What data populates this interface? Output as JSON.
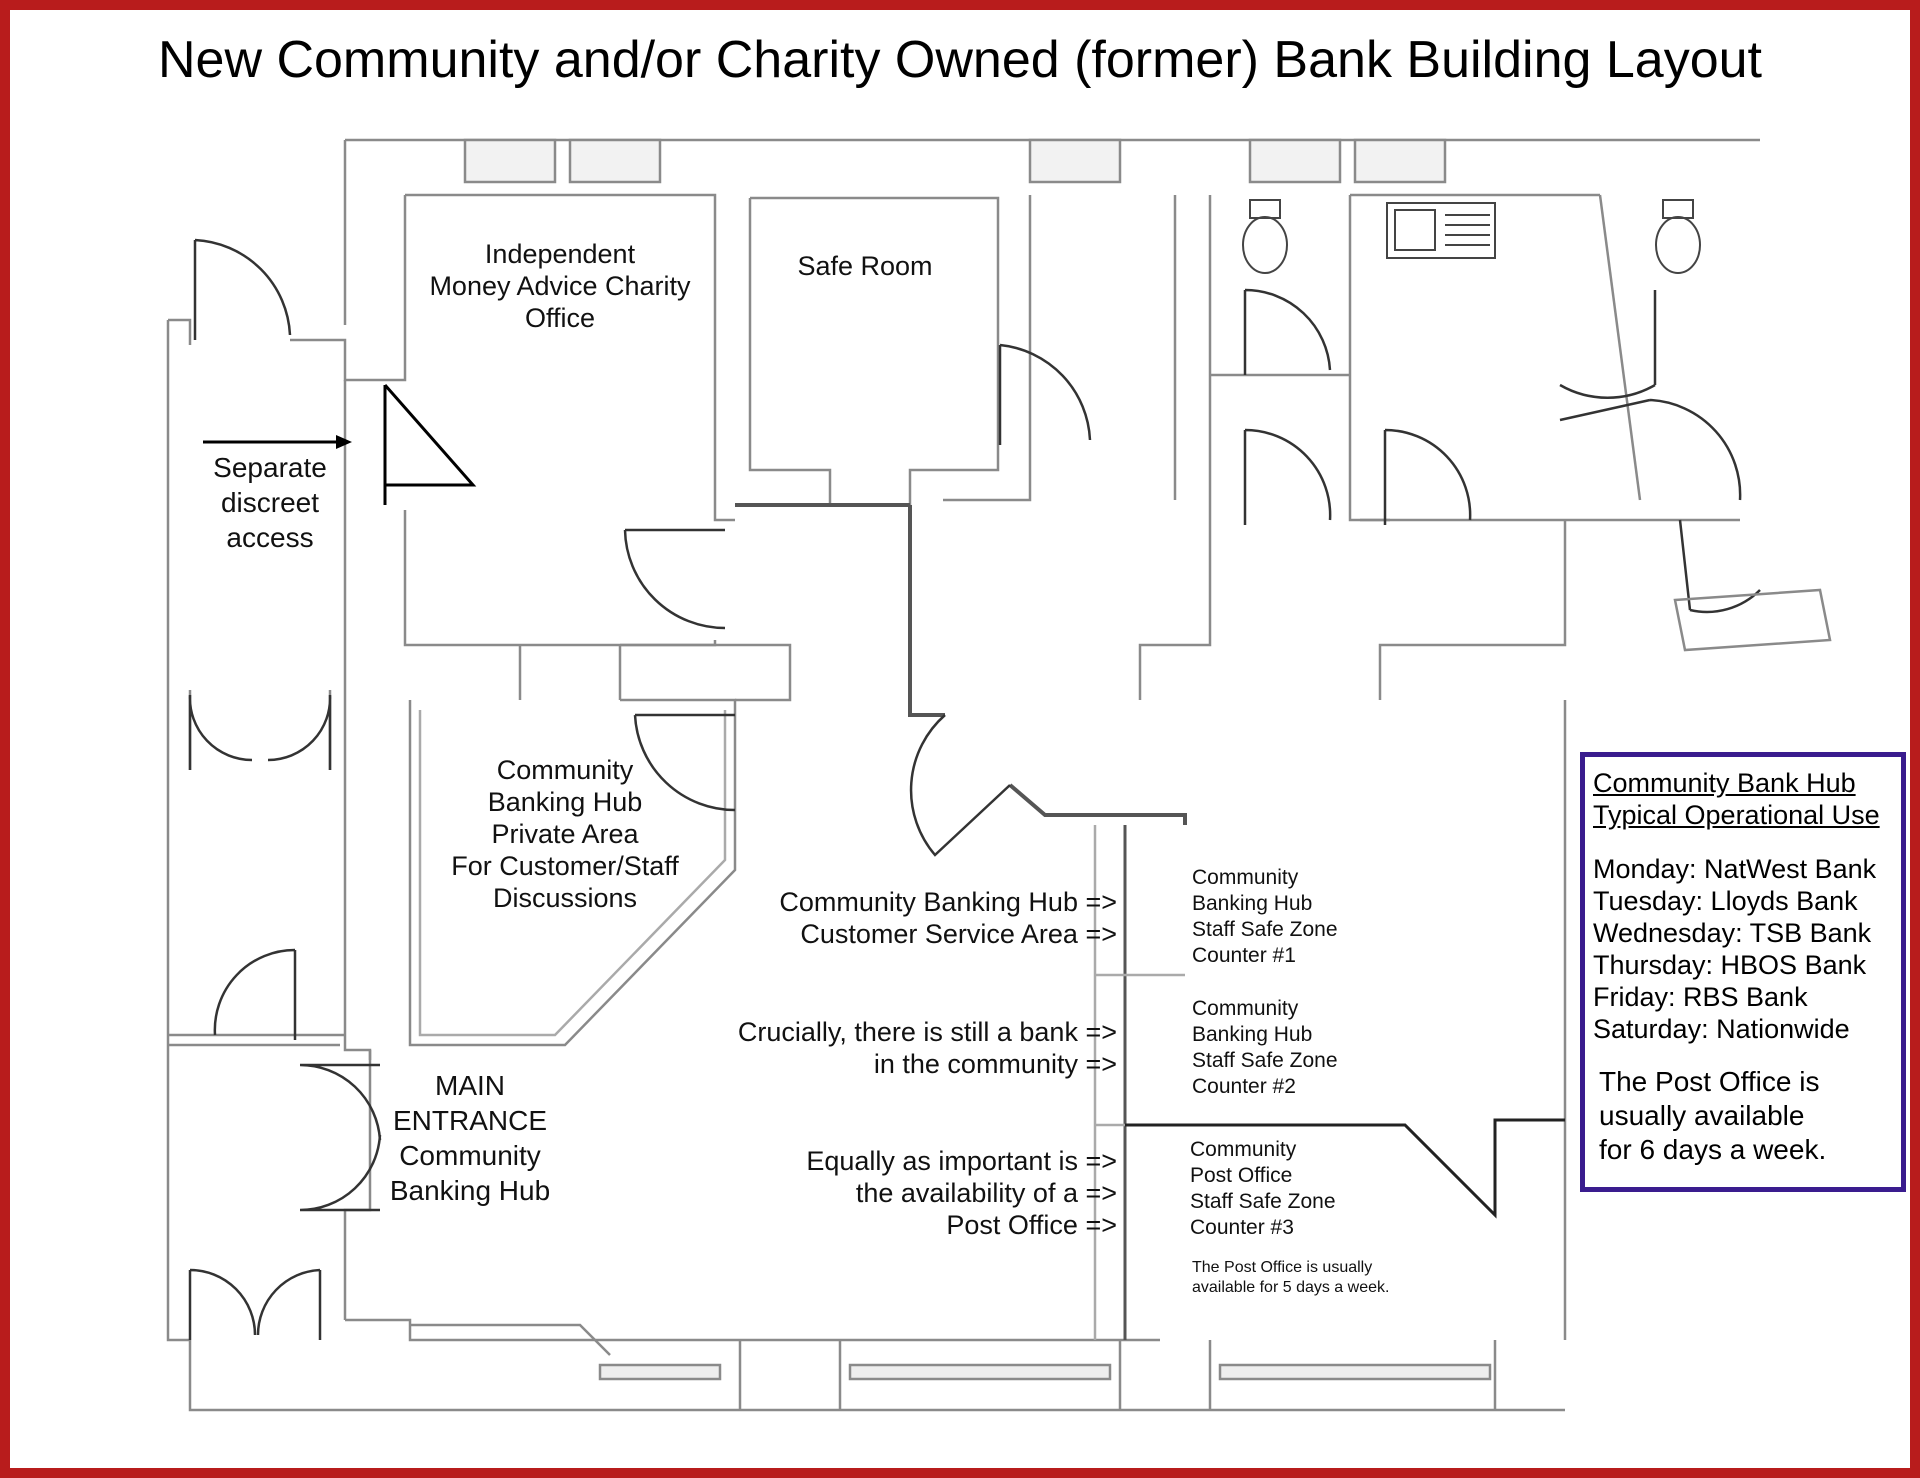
{
  "title": "New Community and/or Charity Owned (former) Bank Building Layout",
  "rooms": {
    "advice_office": "Independent\nMoney Advice Charity\nOffice",
    "safe_room": "Safe Room",
    "separate_access": "Separate\ndiscreet\naccess",
    "private_area": "Community\nBanking Hub\nPrivate Area\nFor Customer/Staff\nDiscussions",
    "main_entrance": "MAIN\nENTRANCE\nCommunity\nBanking Hub"
  },
  "arrow_notes": [
    "Community Banking Hub =>\nCustomer Service Area =>",
    "Crucially, there is still a bank =>\nin the community =>",
    "Equally as important is =>\nthe availability of a =>\nPost Office =>"
  ],
  "counters": [
    "Community\nBanking Hub\nStaff Safe Zone\nCounter #1",
    "Community\nBanking Hub\nStaff Safe Zone\nCounter #2",
    "Community\nPost Office\nStaff Safe Zone\nCounter #3"
  ],
  "counter_note": "The Post Office is usually\navailable for 5 days a week.",
  "legend": {
    "heading_1": "Community Bank Hub",
    "heading_2": "Typical Operational Use",
    "days": [
      "Monday: NatWest Bank",
      "Tuesday: Lloyds Bank",
      "Wednesday: TSB Bank",
      "Thursday: HBOS Bank",
      "Friday: RBS Bank",
      "Saturday: Nationwide"
    ],
    "post_office": "The Post Office is\nusually available\nfor 6 days a week."
  },
  "colors": {
    "frame": "#b81c1c",
    "legend_border": "#3a1c8e",
    "walls": "#8a8a8a"
  }
}
